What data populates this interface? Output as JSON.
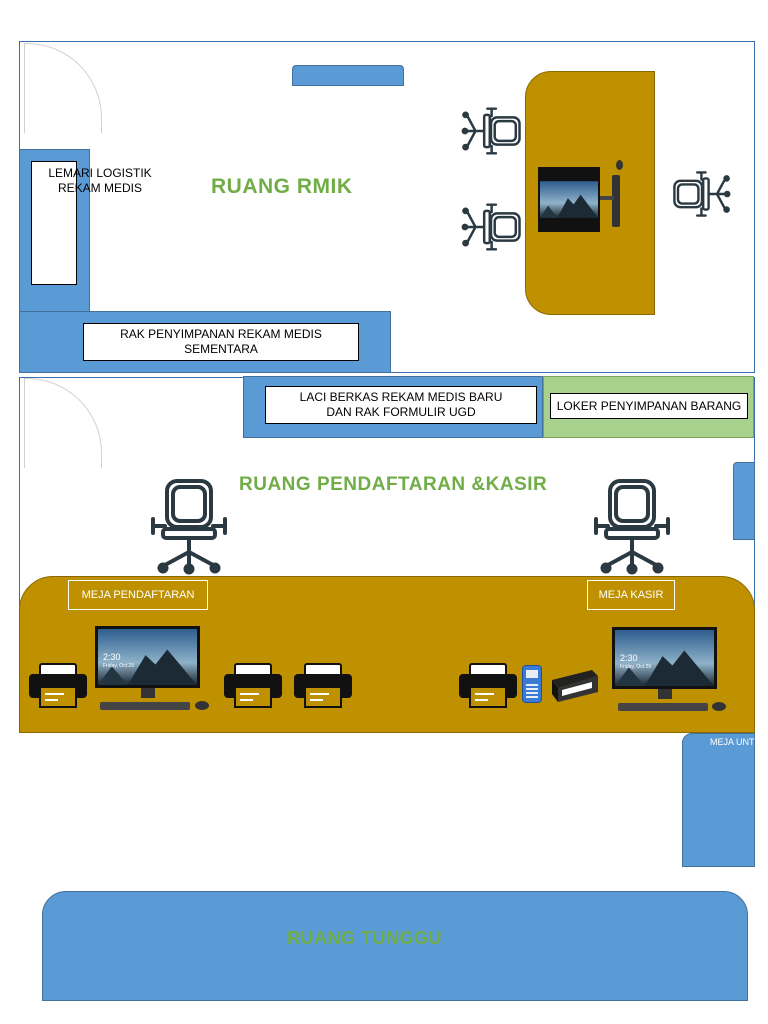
{
  "rooms": {
    "rmik": {
      "title": "RUANG RMIK",
      "lemari_line1": "LEMARI LOGISTIK",
      "lemari_line2": "REKAM MEDIS",
      "rak_line1": "RAK PENYIMPANAN REKAM MEDIS",
      "rak_line2": "SEMENTARA"
    },
    "pendaftaran": {
      "title": "RUANG PENDAFTARAN &KASIR",
      "laci_line1": "LACI BERKAS REKAM MEDIS BARU",
      "laci_line2": "DAN RAK FORMULIR UGD",
      "loker": "LOKER PENYIMPANAN BARANG",
      "meja_pendaftaran": "MEJA PENDAFTARAN",
      "meja_kasir": "MEJA KASIR"
    },
    "side_table_label": "MEJA UNT",
    "tunggu": {
      "title": "RUANG TUNGGU"
    }
  },
  "monitor_clock": {
    "time": "2:30",
    "date": "Friday, Oct 29"
  },
  "colors": {
    "blue": "#5b9bd5",
    "gold": "#bf9000",
    "green": "#a9d18e",
    "title_green": "#70ad47",
    "dark_icon": "#2b3a42"
  },
  "icons": [
    "office-chair-icon",
    "desktop-computer-icon",
    "printer-icon",
    "card-terminal-icon",
    "cash-register-icon"
  ]
}
